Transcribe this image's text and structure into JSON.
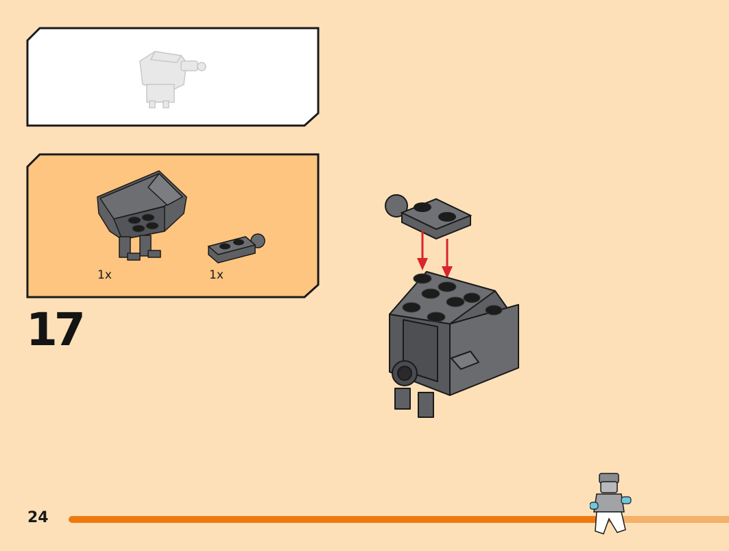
{
  "colors": {
    "background": "#fde0b8",
    "parts_panel": "#fdc580",
    "brick_dark_gray": "#5f6063",
    "stud_black": "#1c1c1c",
    "arrow_red": "#d9252b",
    "progress_fill": "#ee7a0f",
    "progress_track": "#f5b06a"
  },
  "parts_list": [
    {
      "quantity": "1x",
      "part": "wedge-bucket-brick"
    },
    {
      "quantity": "1x",
      "part": "plate-with-ball-joint"
    }
  ],
  "step": {
    "number": "17"
  },
  "page": {
    "number": "24"
  },
  "progress": {
    "fraction": 0.82
  },
  "icons": {
    "overview": "model-overview-ghost",
    "assembly_arrows": "down-arrow-icon",
    "progress_marker": "minifigure-runner-icon"
  }
}
